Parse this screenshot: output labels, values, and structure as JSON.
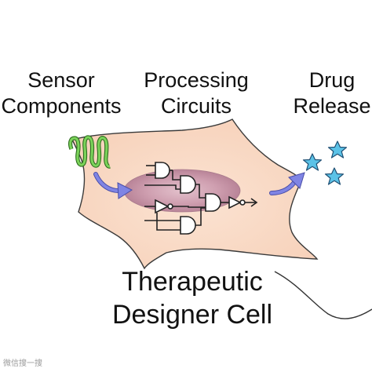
{
  "labels": {
    "sensor": [
      "Sensor",
      "Components"
    ],
    "processing": [
      "Processing",
      "Circuits"
    ],
    "drug": [
      "Drug",
      "Release"
    ],
    "title": [
      "Therapeutic",
      "Designer Cell"
    ]
  },
  "watermark": "微信搜一搜",
  "colors": {
    "cell_fill": "#f9d8c3",
    "cell_stroke": "#3a3a3a",
    "nucleus": "#c996a8",
    "arrow": "#6f73d8",
    "sensor_coil": "#7bd35a",
    "stars": "#5bc2e7",
    "logic_gates": "#222222"
  },
  "icons": [
    "receptor-coil-icon",
    "logic-gate-icon",
    "star-icon",
    "arrow-icon"
  ]
}
